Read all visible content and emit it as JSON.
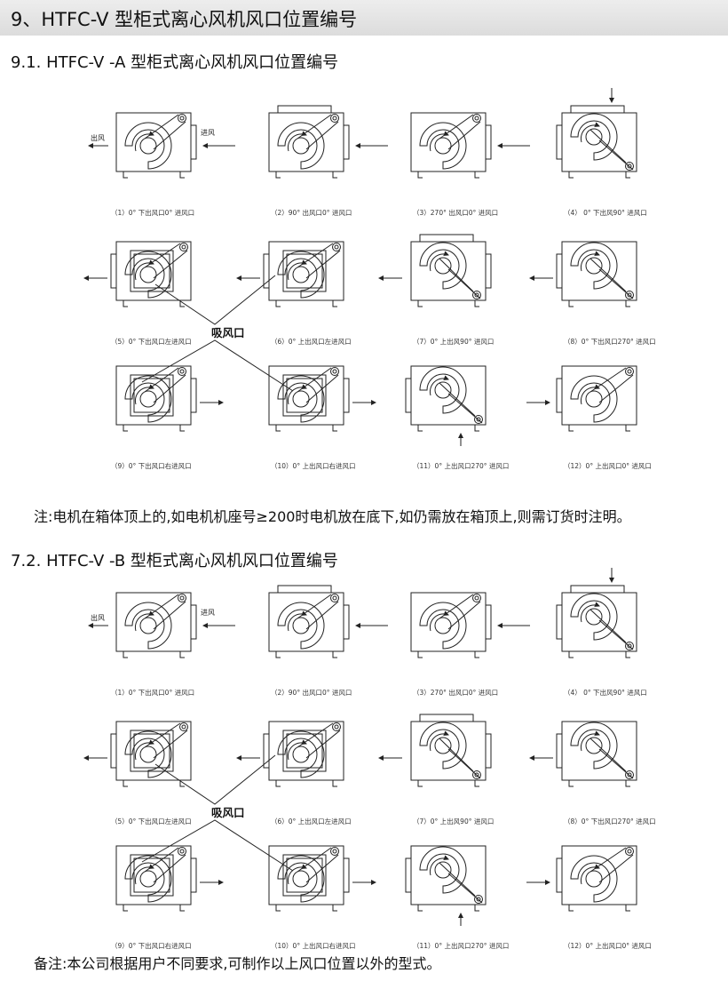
{
  "page_title": "9、HTFC-V 型柜式离心风机风口位置编号",
  "section_a": {
    "title": "9.1. HTFC-V -A 型柜式离心风机风口位置编号",
    "outlet_label": "出风",
    "inlet_label": "进风",
    "suction_label": "吸风口",
    "captions": [
      "（1）0°  下出风口0°  进风口",
      "（2）90°  出风口0°  进风口",
      "（3）270°  出风口0°  进风口",
      "（4）  0°  下出风90°  进风口",
      "（5）0°  下出风口左进风口",
      "（6）0°  上出风口左进风口",
      "（7）0°  上出风90°  进风口",
      "（8）0°  下出风口270°  进风口",
      "（9）0°  下出风口右进风口",
      "（10）0°  上出风口右进风口",
      "（11）0°  上出风口270°  进风口",
      "（12）0°  上出风口0°  进风口"
    ]
  },
  "note_a": "注:电机在箱体顶上的,如电机机座号≥200时电机放在底下,如仍需放在箱顶上,则需订货时注明。",
  "section_b": {
    "title": "7.2. HTFC-V -B 型柜式离心风机风口位置编号",
    "outlet_label": "出风",
    "inlet_label": "进风",
    "suction_label": "吸风口",
    "captions": [
      "（1）0°  下出风口0°  进风口",
      "（2）90°  出风口0°  进风口",
      "（3）270°  出风口0°  进风口",
      "（4）  0°  下出风90°  进风口",
      "（5）0°  下出风口左进风口",
      "（6）0°  上出风口左进风口",
      "（7）0°  上出风90°  进风口",
      "（8）0°  下出风口270°  进风口",
      "（9）0°  下出风口右进风口",
      "（10）0°  上出风口右进风口",
      "（11）0°  上出风口270°  进风口",
      "（12）0°  上出风口0°  进风口"
    ]
  },
  "note_b": "备注:本公司根据用户不同要求,可制作以上风口位置以外的型式。"
}
